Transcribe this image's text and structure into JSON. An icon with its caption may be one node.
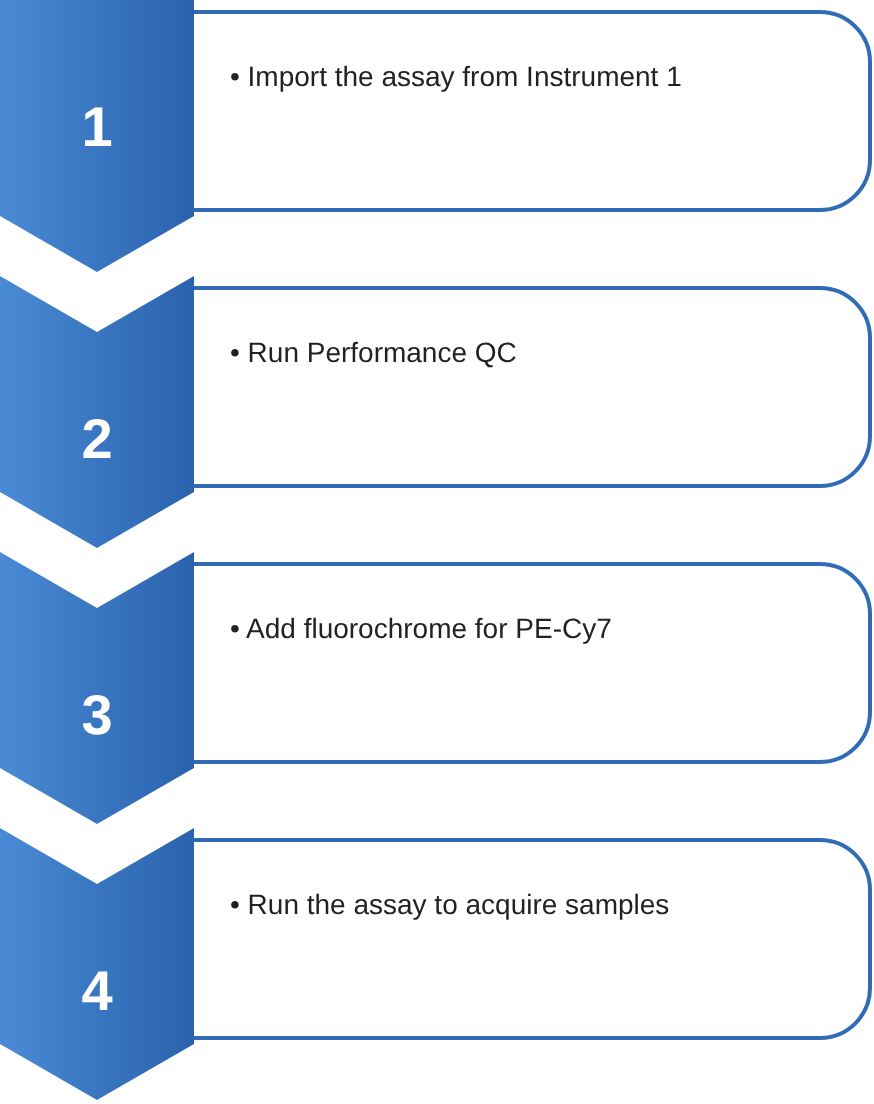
{
  "diagram": {
    "nodes": [
      {
        "text": [
          "1"
        ]
      },
      {
        "text": [
          "• Import the assay from Instrument 1"
        ]
      },
      {
        "text": [
          "2"
        ]
      },
      {
        "text": [
          "• Run Performance QC"
        ]
      },
      {
        "text": [
          "3"
        ]
      },
      {
        "text": [
          "• Add fluorochrome for PE-Cy7"
        ]
      },
      {
        "text": [
          "4"
        ]
      },
      {
        "text": [
          "• Run the assay to acquire samples"
        ]
      }
    ]
  }
}
